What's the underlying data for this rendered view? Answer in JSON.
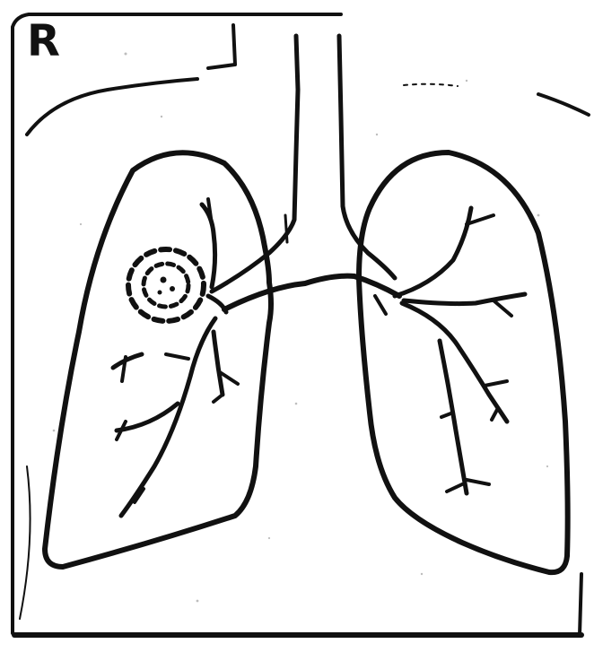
{
  "diagram": {
    "side_label": "R",
    "colors": {
      "paper": "#ffffff",
      "ink": "#111111",
      "speckle": "#bdbdbd"
    },
    "elements": {
      "lung_right": "right-lung-outline",
      "lung_left": "left-lung-outline",
      "trachea": "trachea",
      "bronchial_tree": "bronchial-tree",
      "lesion": "dotted-circular-lesion"
    }
  }
}
